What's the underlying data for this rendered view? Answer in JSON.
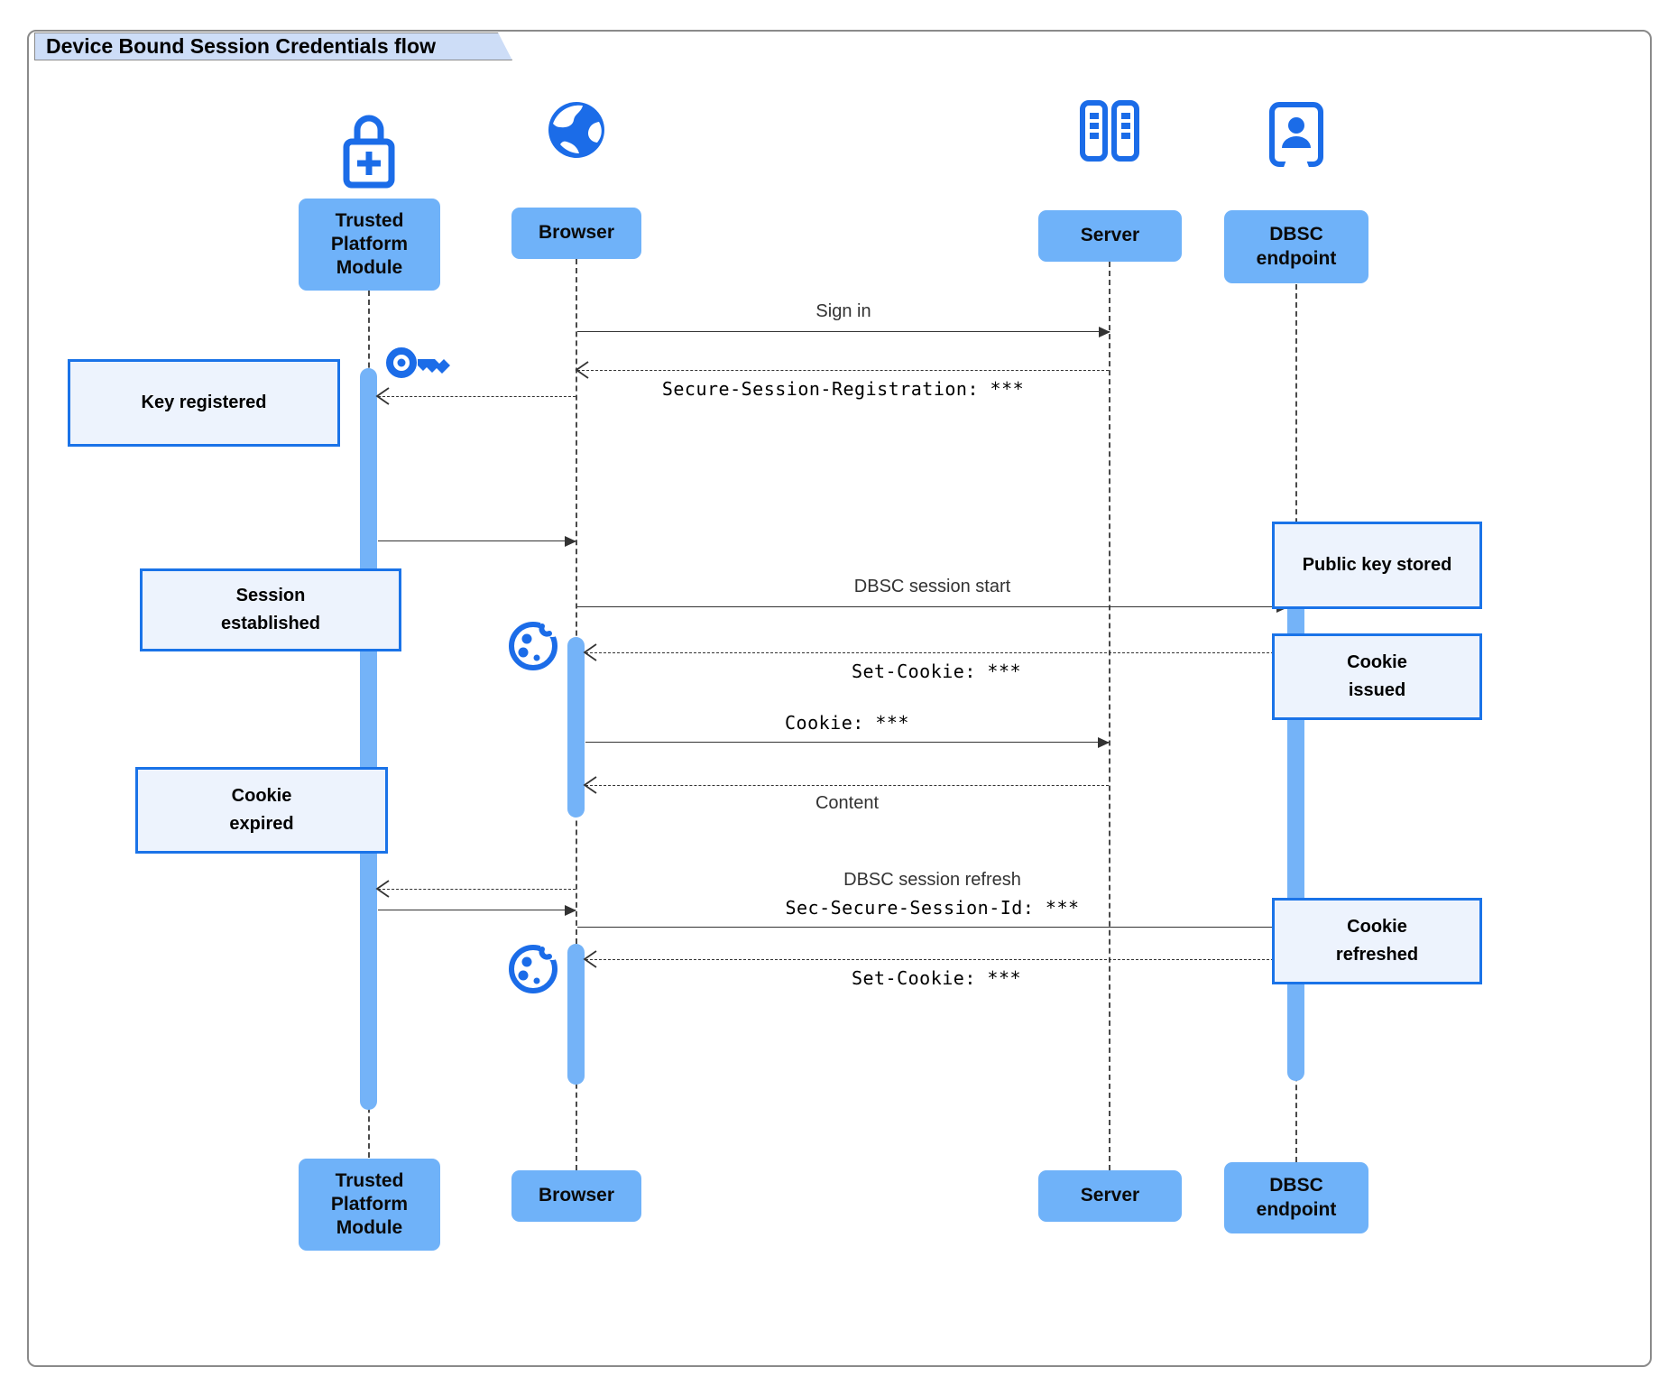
{
  "title": "Device Bound Session Credentials flow",
  "participants": {
    "tpm": {
      "label": "Trusted\nPlatform\nModule",
      "icon": "lock-plus-icon"
    },
    "browser": {
      "label": "Browser",
      "icon": "globe-icon"
    },
    "server": {
      "label": "Server",
      "icon": "server-racks-icon"
    },
    "dbsc": {
      "label": "DBSC\nendpoint",
      "icon": "kiosk-person-icon"
    }
  },
  "messages": {
    "sign_in": "Sign in",
    "secure_session_registration": "Secure-Session-Registration: ***",
    "dbsc_session_start": "DBSC session start",
    "set_cookie_1": "Set-Cookie: ***",
    "cookie": "Cookie: ***",
    "content": "Content",
    "dbsc_session_refresh": "DBSC session refresh",
    "sec_secure_session_id": "Sec-Secure-Session-Id: ***",
    "set_cookie_2": "Set-Cookie: ***"
  },
  "notes": {
    "key_registered": "Key registered",
    "session_established": "Session\nestablished",
    "public_key_stored": "Public key stored",
    "cookie_issued": "Cookie\nissued",
    "cookie_expired": "Cookie\nexpired",
    "cookie_refreshed": "Cookie\nrefreshed"
  },
  "decorative_icons": {
    "key": "key-icon",
    "cookie_1": "cookie-icon",
    "cookie_2": "cookie-icon"
  },
  "colors": {
    "icon_blue": "#1b6ce8",
    "participant_fill": "#6fb2f9",
    "activation_fill": "#74b3f8",
    "note_fill": "#edf3fd",
    "note_border": "#1a73e8",
    "title_fill": "#cdddf7",
    "line": "#333333"
  }
}
